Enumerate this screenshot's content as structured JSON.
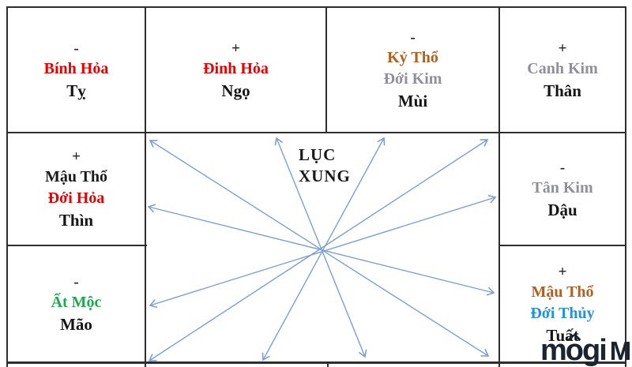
{
  "diagram": {
    "title_lines": [
      "LỤC",
      "XUNG"
    ],
    "watermark": {
      "text": "mogi",
      "partial_mark": "M"
    }
  },
  "colors": {
    "red": "#e60000",
    "brown": "#b45f1e",
    "gray": "#8f9099",
    "green": "#1fa84e",
    "blue": "#2591dd",
    "black": "#1a1a1a",
    "arrow": "#7d9fd4",
    "logo_navy": "#1b2531",
    "border": "#2e2e2e"
  },
  "cells": {
    "ty": {
      "polarity": "-",
      "stems": [
        {
          "text": "Bính Hỏa",
          "color": "red"
        }
      ],
      "branch": "Tỵ"
    },
    "ngo": {
      "polarity": "+",
      "stems": [
        {
          "text": "Đinh Hỏa",
          "color": "red"
        }
      ],
      "branch": "Ngọ"
    },
    "mui": {
      "polarity": "-",
      "stems": [
        {
          "text": "Kỷ Thổ",
          "color": "brown"
        },
        {
          "text": "Đới Kim",
          "color": "gray"
        }
      ],
      "branch": "Mùi"
    },
    "than": {
      "polarity": "+",
      "stems": [
        {
          "text": "Canh Kim",
          "color": "gray"
        }
      ],
      "branch": "Thân"
    },
    "thin": {
      "polarity": "+",
      "stems": [
        {
          "text": "Mậu Thổ",
          "color": "black"
        },
        {
          "text": "Đới Hỏa",
          "color": "red"
        }
      ],
      "branch": "Thìn"
    },
    "dau": {
      "polarity": "-",
      "stems": [
        {
          "text": "Tân Kim",
          "color": "gray"
        }
      ],
      "branch": "Dậu"
    },
    "mao": {
      "polarity": "-",
      "stems": [
        {
          "text": "Ất Mộc",
          "color": "green"
        }
      ],
      "branch": "Mão"
    },
    "tuat": {
      "polarity": "+",
      "stems": [
        {
          "text": "Mậu Thổ",
          "color": "brown"
        },
        {
          "text": "Đới Thủy",
          "color": "blue"
        }
      ],
      "branch": "Tuất"
    }
  }
}
